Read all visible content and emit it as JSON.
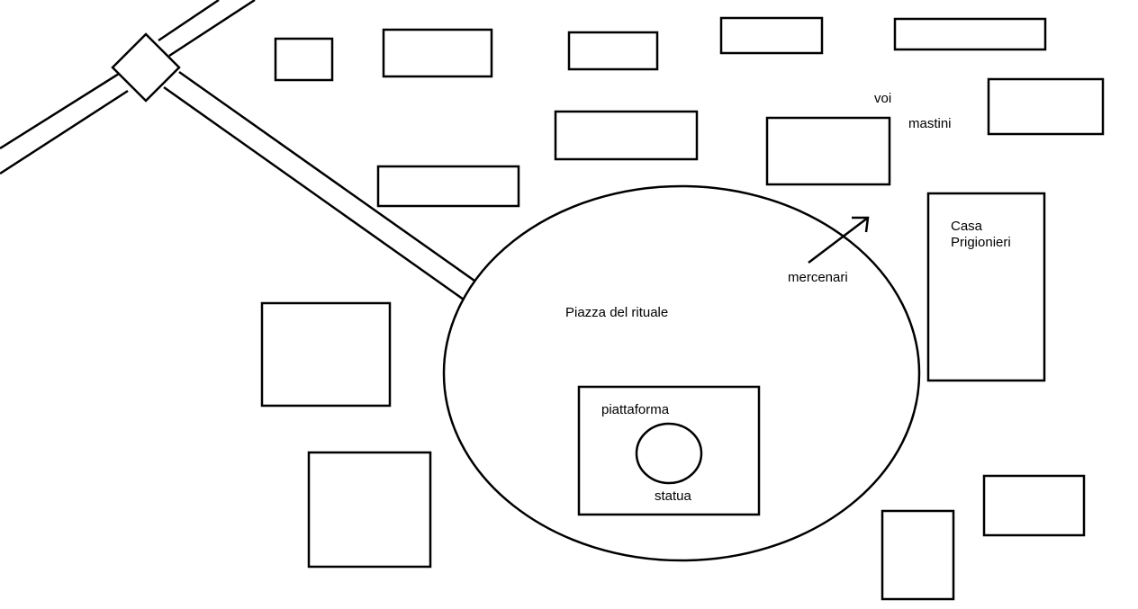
{
  "map": {
    "labels": {
      "voi": "voi",
      "mastini": "mastini",
      "casa_line1": "Casa",
      "casa_line2": "Prigionieri",
      "mercenari": "mercenari",
      "piazza": "Piazza del rituale",
      "piattaforma": "piattaforma",
      "statua": "statua"
    },
    "colors": {
      "stroke": "#000000",
      "background": "#ffffff"
    }
  }
}
